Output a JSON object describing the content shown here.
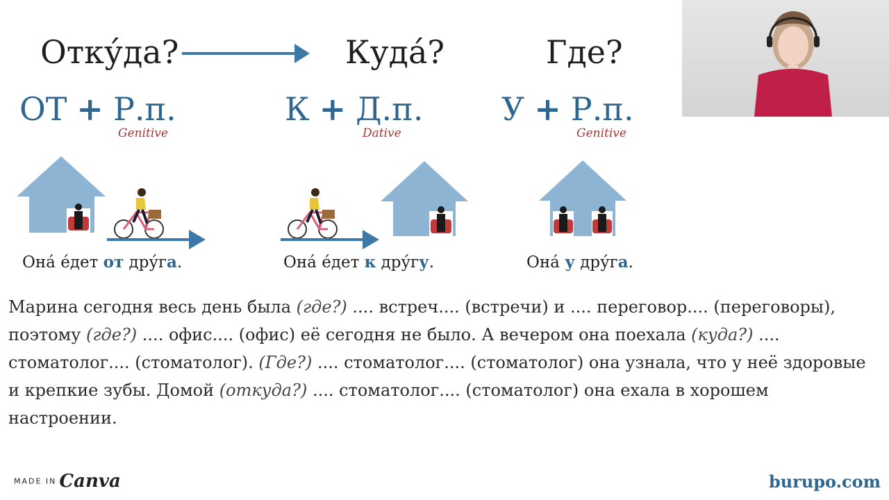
{
  "questions": {
    "from": "Отку́да?",
    "to": "Куда́?",
    "where": "Где?"
  },
  "formulas": [
    {
      "prep": "ОТ",
      "plus": "+",
      "case": "Р.п.",
      "note": "Genitive"
    },
    {
      "prep": "К",
      "plus": "+",
      "case": "Д.п.",
      "note": "Dative"
    },
    {
      "prep": "У",
      "plus": "+",
      "case": "Р.п.",
      "note": "Genitive"
    }
  ],
  "sentences": [
    {
      "pre": "Она́ е́дет ",
      "prep": "от",
      "mid": " дру́г",
      "end": "а",
      "post": "."
    },
    {
      "pre": "Она́ е́дет ",
      "prep": "к",
      "mid": " дру́г",
      "end": "у",
      "post": "."
    },
    {
      "pre": "Она́ ",
      "prep": "у",
      "mid": " дру́г",
      "end": "а",
      "post": "."
    }
  ],
  "exercise": {
    "p1": "Марина сегодня весь день была ",
    "q1": "(где?)",
    "p2": " .... встреч.... (встречи) и .... переговор.... (переговоры), поэтому ",
    "q2": "(где?)",
    "p3": " .... офис.... (офис) её сегодня не было. А вечером она поехала ",
    "q3": "(куда?)",
    "p4": " .... стоматолог.... (стоматолог). ",
    "q4": "(Где?)",
    "p5": " .... стоматолог.... (стоматолог) она узнала, что у неё здоровые и крепкие зубы. Домой ",
    "q5": "(откуда?)",
    "p6": " .... стоматолог.... (стоматолог) она ехала в хорошем настроении."
  },
  "footer": {
    "made_in": "MADE IN",
    "canva": "Canva",
    "site": "burupo.com"
  },
  "colors": {
    "accent_blue": "#2f6690",
    "house_blue": "#8eb4d4",
    "arrow_blue": "#3d79a8",
    "case_red": "#a23a3a",
    "chair_red": "#c0393b"
  }
}
